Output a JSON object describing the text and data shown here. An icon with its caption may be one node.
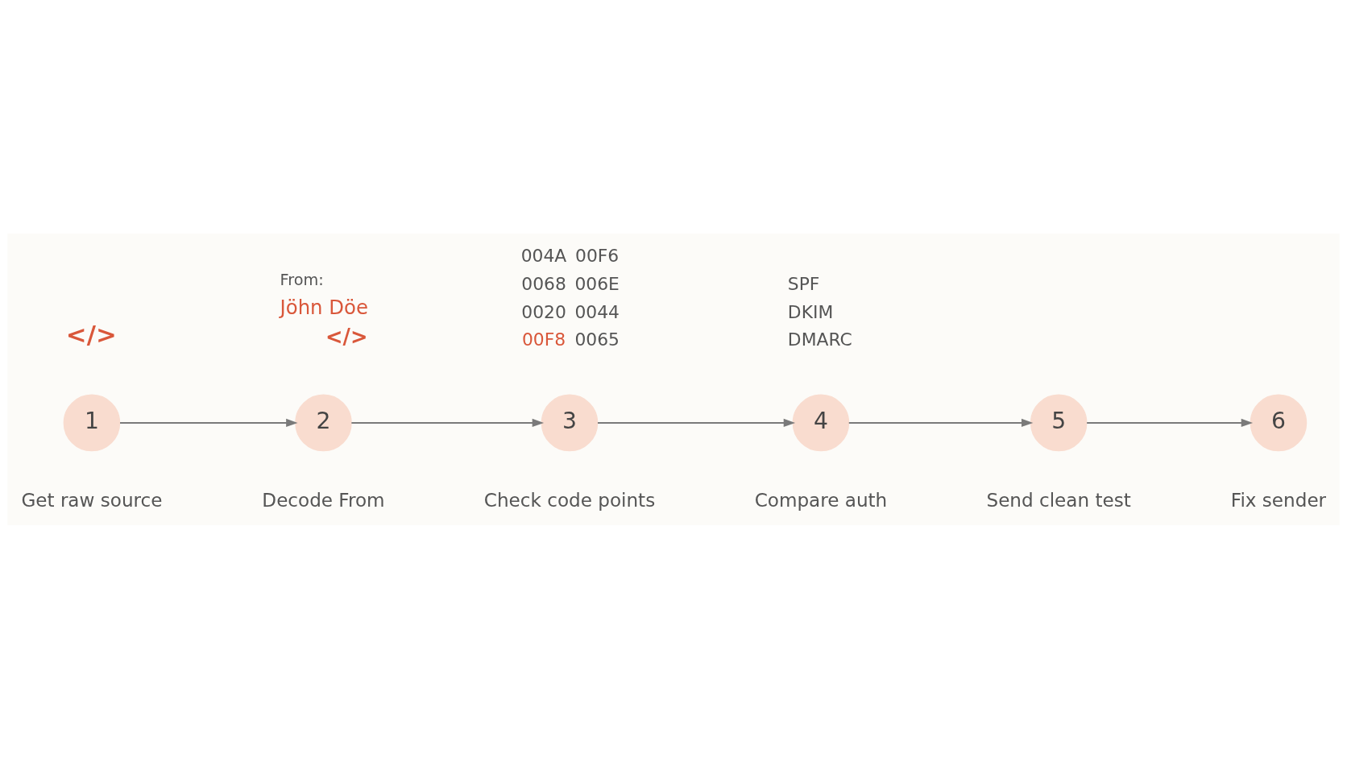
{
  "diagram": {
    "nodes": [
      {
        "text": [
          "1"
        ],
        "beside": [
          "Get raw source"
        ]
      },
      {
        "text": [
          "2"
        ],
        "beside": [
          "Decode From"
        ]
      },
      {
        "text": [
          "3"
        ],
        "beside": [
          "Check code points"
        ]
      },
      {
        "text": [
          "4"
        ],
        "beside": [
          "Compare auth"
        ]
      },
      {
        "text": [
          "5"
        ],
        "beside": [
          "Send clean test"
        ]
      },
      {
        "text": [
          "6"
        ],
        "beside": [
          "Fix sender"
        ]
      }
    ],
    "edges": [
      {
        "from": 0,
        "to": 1,
        "arrow": "to"
      },
      {
        "from": 1,
        "to": 2,
        "arrow": "to"
      },
      {
        "from": 2,
        "to": 3,
        "arrow": "to"
      },
      {
        "from": 3,
        "to": 4,
        "arrow": "to"
      },
      {
        "from": 4,
        "to": 5,
        "arrow": "to"
      }
    ],
    "labels": [
      "</>",
      "From:",
      "Jöhn Döe",
      "</>",
      "004A",
      "00F6",
      "0068",
      "006E",
      "0020",
      "0044",
      "00F8",
      "0065",
      "SPF",
      "DKIM",
      "DMARC"
    ]
  }
}
